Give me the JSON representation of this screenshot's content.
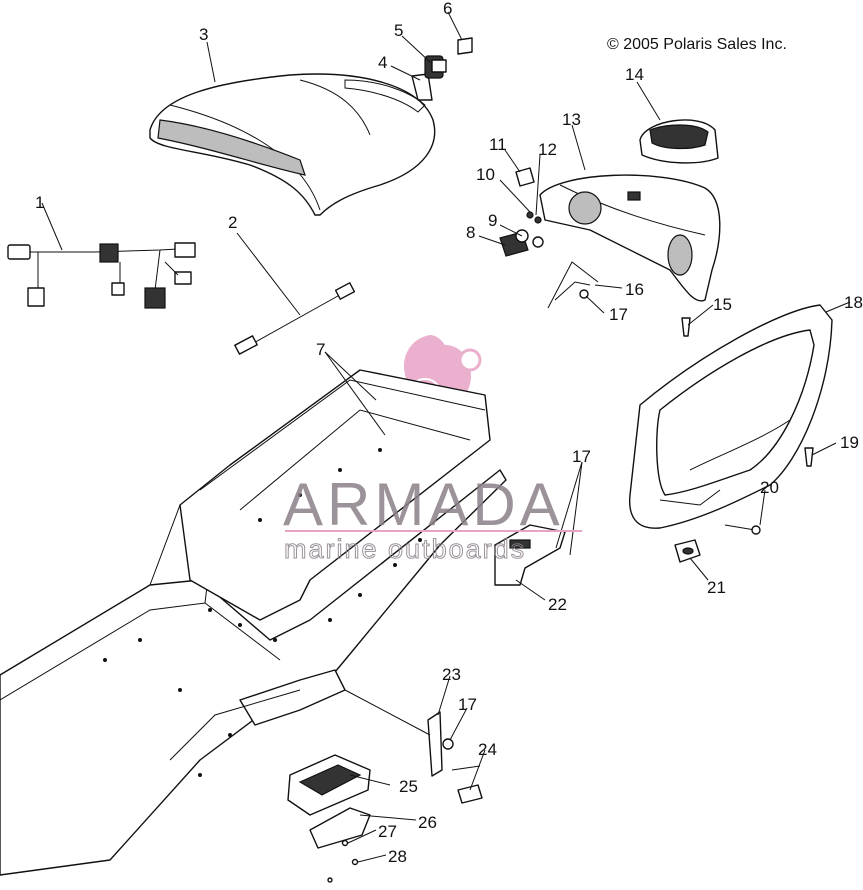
{
  "copyright": "© 2005 Polaris Sales Inc.",
  "watermark": {
    "brand": "ARMADA",
    "tagline": "marine outboards",
    "brand_color": "#e7a3c6",
    "text_color": "#8a7f89"
  },
  "callouts": [
    "1",
    "2",
    "3",
    "4",
    "5",
    "6",
    "7",
    "8",
    "9",
    "10",
    "11",
    "12",
    "13",
    "14",
    "15",
    "16",
    "17",
    "17",
    "17",
    "18",
    "19",
    "20",
    "21",
    "22",
    "23",
    "24",
    "25",
    "26",
    "27",
    "28"
  ]
}
